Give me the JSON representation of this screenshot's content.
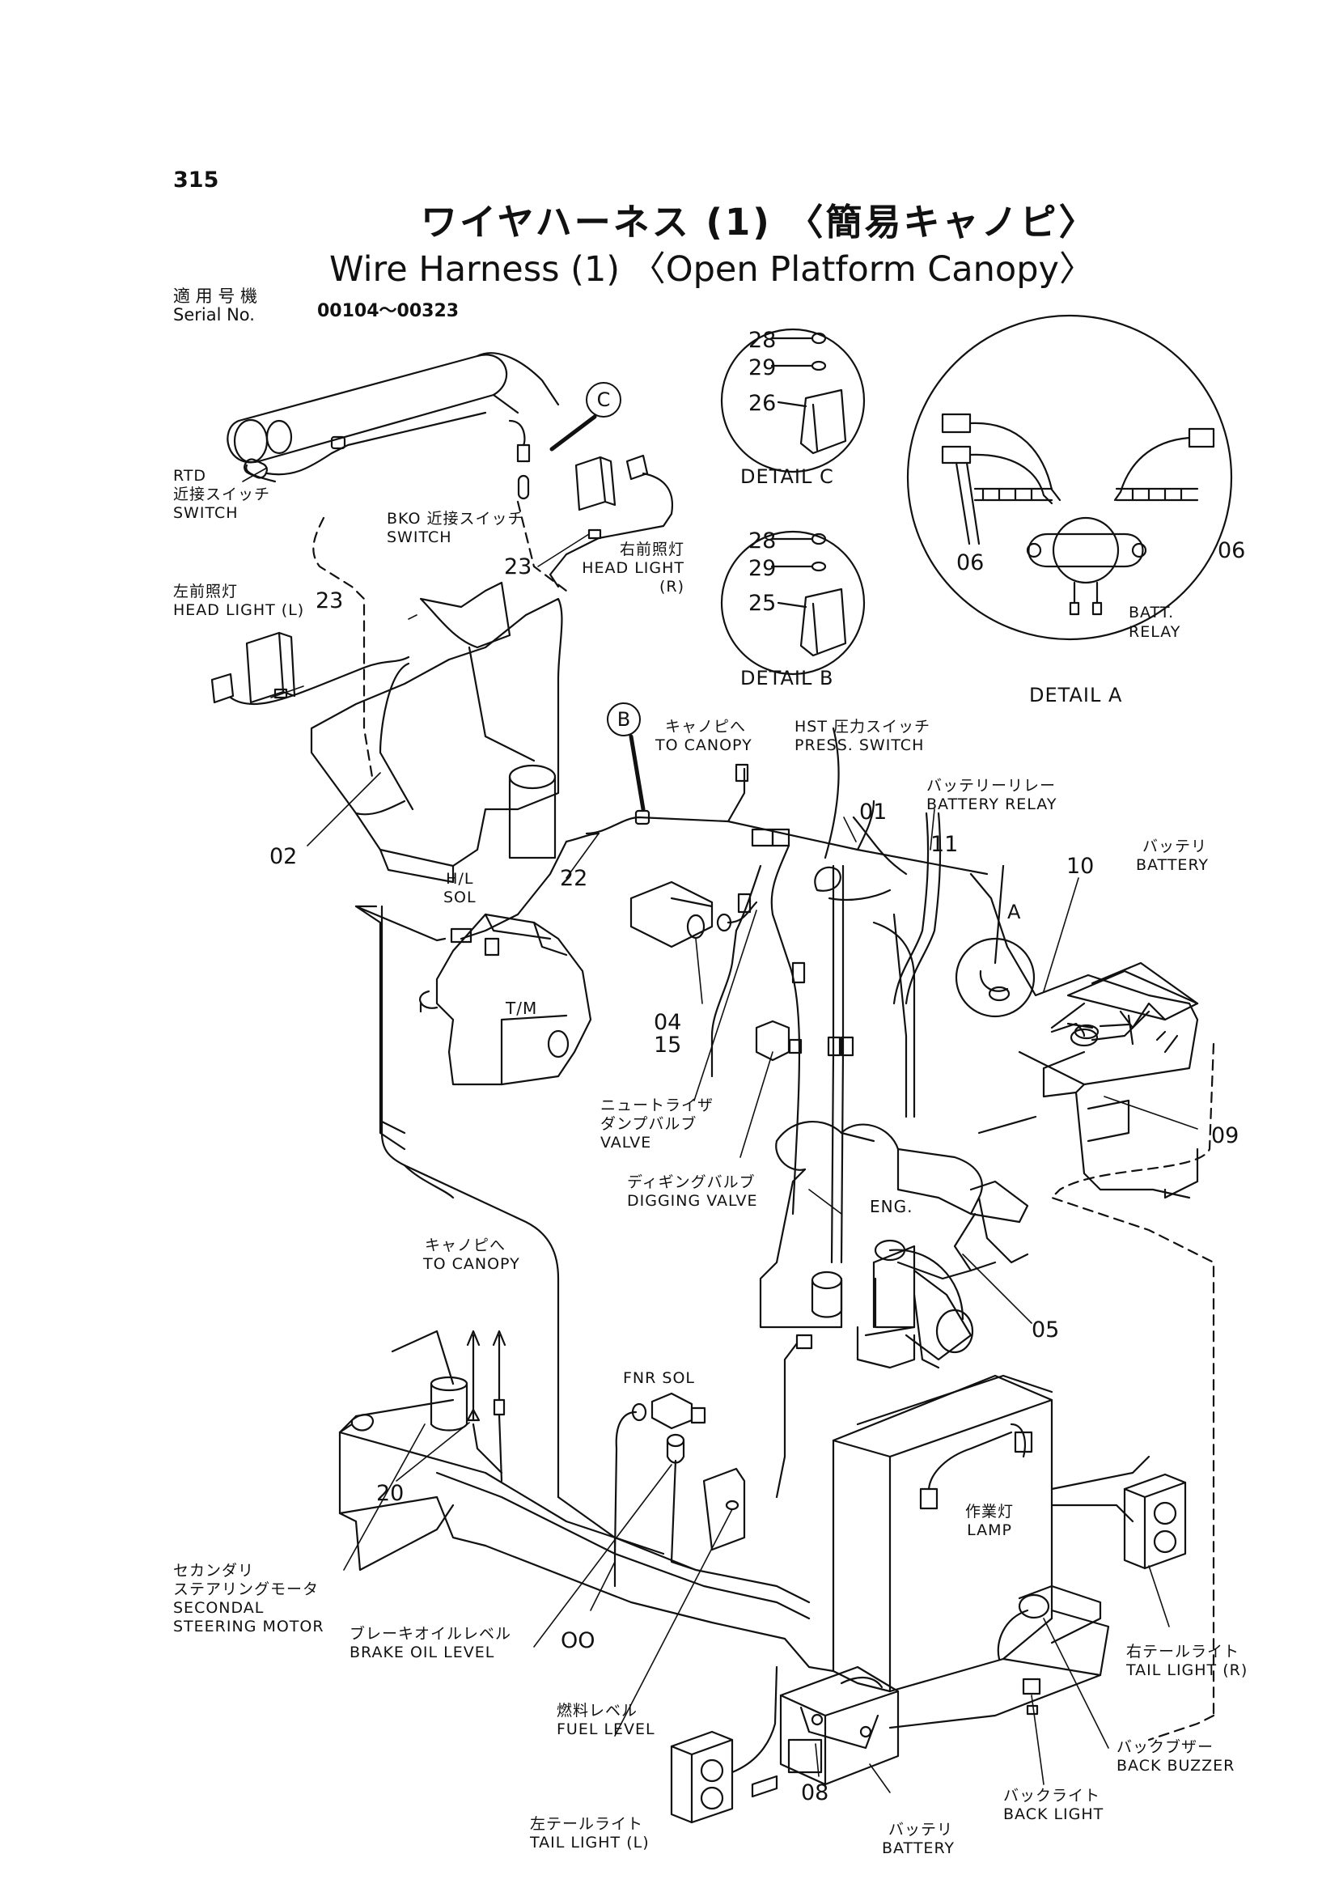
{
  "header": {
    "page_number": "315",
    "title_jp": "ワイヤハーネス (1) 〈簡易キャノピ〉",
    "title_en": "Wire Harness (1) 〈Open Platform Canopy〉",
    "serial_label_jp": "適 用 号 機",
    "serial_label_en": "Serial No.",
    "serial_value": "00104～00323"
  },
  "details": {
    "c": {
      "label": "DETAIL  C",
      "parts": [
        "28",
        "29",
        "26"
      ]
    },
    "b": {
      "label": "DETAIL  B",
      "parts": [
        "28",
        "29",
        "25"
      ]
    },
    "a": {
      "label": "DETAIL  A",
      "parts": [
        "06",
        "06"
      ],
      "relay_label": [
        "BATT.",
        "RELAY"
      ]
    },
    "bubble_c": "C",
    "bubble_b": "B",
    "marker_a": "A"
  },
  "labels": {
    "rtd_switch": [
      "RTD",
      "近接スイッチ",
      "SWITCH"
    ],
    "bko_switch": [
      "BKO 近接スイッチ",
      "SWITCH"
    ],
    "head_light_r": [
      "右前照灯",
      "HEAD  LIGHT",
      "(R)"
    ],
    "head_light_l": [
      "左前照灯",
      "HEAD  LIGHT  (L)"
    ],
    "to_canopy_1": [
      "キャノピへ",
      "TO  CANOPY"
    ],
    "hst_switch": [
      "HST 圧力スイッチ",
      "PRESS.  SWITCH"
    ],
    "battery_relay": [
      "バッテリーリレー",
      "BATTERY  RELAY"
    ],
    "battery_1": [
      "バッテリ",
      "BATTERY"
    ],
    "hl_sol": [
      "H/L",
      "SOL"
    ],
    "tm": "T/M",
    "neutralizer": [
      "ニュートライザ",
      "ダンプバルブ",
      "VALVE"
    ],
    "digging": [
      "ディギングバルブ",
      "DIGGING  VALVE"
    ],
    "eng": "ENG.",
    "to_canopy_2": [
      "キャノピへ",
      "TO  CANOPY"
    ],
    "fnr_sol": "FNR  SOL",
    "work_lamp": [
      "作業灯",
      "LAMP"
    ],
    "secondary_motor": [
      "セカンダリ",
      "ステアリングモータ",
      "SECONDAL",
      "STEERING  MOTOR"
    ],
    "brake_oil": [
      "ブレーキオイルレベル",
      "BRAKE  OIL  LEVEL"
    ],
    "tail_r": [
      "右テールライト",
      "TAIL  LIGHT  (R)"
    ],
    "fuel_level": [
      "燃料レベル",
      "FUEL  LEVEL"
    ],
    "back_buzzer": [
      "バックブザー",
      "BACK  BUZZER"
    ],
    "back_light": [
      "バックライト",
      "BACK  LIGHT"
    ],
    "tail_l": [
      "左テールライト",
      "TAIL  LIGHT (L)"
    ],
    "battery_2": [
      "バッテリ",
      "BATTERY"
    ]
  },
  "part_numbers": {
    "p23a": "23",
    "p23b": "23",
    "p02": "02",
    "p22": "22",
    "p01": "01",
    "p11": "11",
    "p10": "10",
    "p09": "09",
    "p04": "04",
    "p15": "15",
    "p05": "05",
    "p20": "20",
    "p00": "OO",
    "p08": "08"
  }
}
